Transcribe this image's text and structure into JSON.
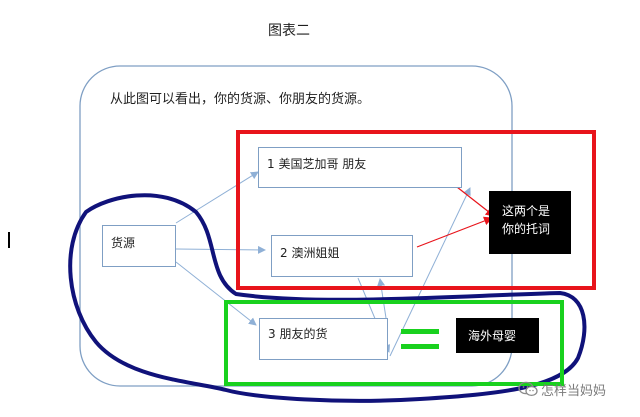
{
  "title": "图表二",
  "subtitle": "从此图可以看出，你的货源、你朋友的货源。",
  "nodes": {
    "source": "货源",
    "us_friend": "1 美国芝加哥  朋友",
    "aus_sister": "2 澳洲姐姐",
    "friend_goods": "3 朋友的货",
    "excuse_line1": "这两个是",
    "excuse_line2": "你的托词",
    "maternity": "海外母婴"
  },
  "watermark": {
    "text": "怎样当妈妈",
    "icon": "wechat-icon"
  },
  "colors": {
    "frame": "#7f9fc4",
    "red_highlight": "#e8141b",
    "green_highlight": "#19d11e",
    "navy_scribble": "#10127a",
    "red_arrow": "#e8141b"
  }
}
